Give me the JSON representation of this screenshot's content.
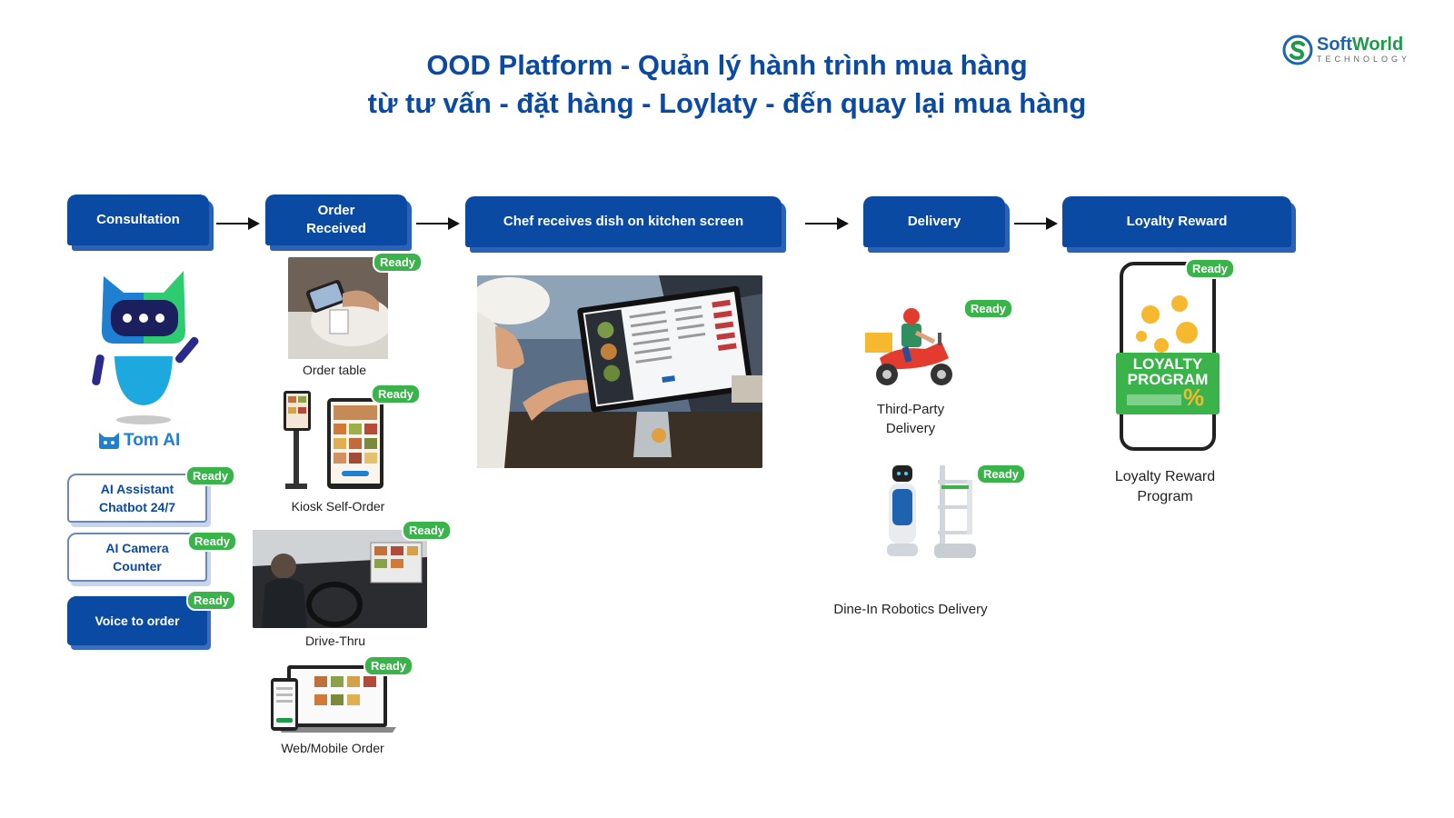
{
  "header": {
    "title_line1": "OOD Platform - Quản lý hành trình mua hàng",
    "title_line2": "từ tư vấn - đặt hàng - Loylaty - đến quay lại mua hàng"
  },
  "logo": {
    "name_soft": "Soft",
    "name_world": "World",
    "tagline": "TECHNOLOGY"
  },
  "steps": {
    "consultation": "Consultation",
    "order_line1": "Order",
    "order_line2": "Received",
    "chef": "Chef receives dish on kitchen screen",
    "delivery": "Delivery",
    "loyalty": "Loyalty Reward"
  },
  "badge": "Ready",
  "consultation": {
    "mascot_name": "Tom AI",
    "features": [
      {
        "line1": "AI Assistant",
        "line2": "Chatbot 24/7"
      },
      {
        "line1": "AI Camera",
        "line2": "Counter"
      },
      {
        "line1": "Voice to order",
        "line2": ""
      }
    ]
  },
  "order_channels": {
    "order_table": "Order table",
    "kiosk": "Kiosk Self-Order",
    "drive_thru": "Drive-Thru",
    "web_mobile": "Web/Mobile Order"
  },
  "delivery": {
    "third_party_line1": "Third-Party",
    "third_party_line2": "Delivery",
    "robotics": "Dine-In Robotics Delivery"
  },
  "loyalty": {
    "phone_line1": "LOYALTY",
    "phone_line2": "PROGRAM",
    "phone_percent": "%",
    "caption_line1": "Loyalty Reward",
    "caption_line2": "Program"
  },
  "colors": {
    "brand_blue": "#0b4aa2",
    "ready_green": "#3ab34a"
  }
}
